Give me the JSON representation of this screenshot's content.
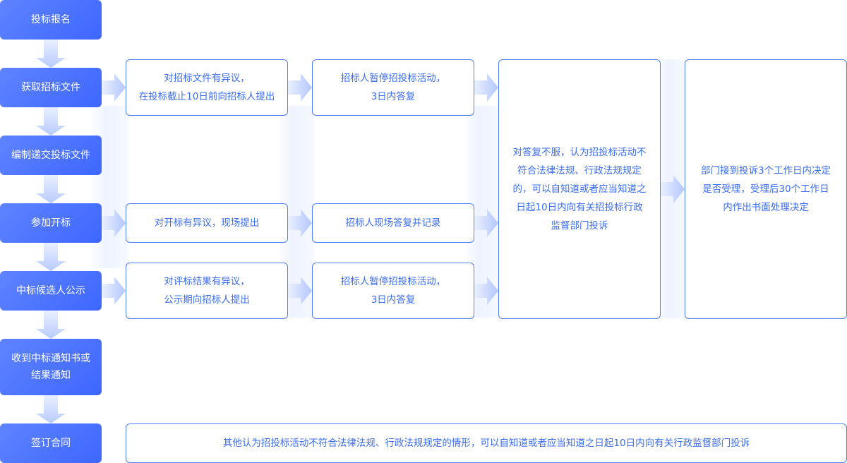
{
  "steps": [
    {
      "label": "投标报名"
    },
    {
      "label": "获取招标文件"
    },
    {
      "label": "编制递交投标文件"
    },
    {
      "label": "参加开标"
    },
    {
      "label": "中标候选人公示"
    },
    {
      "label": "收到中标通知书或结果通知"
    },
    {
      "label": "签订合同"
    }
  ],
  "objections": [
    {
      "text": "对招标文件有异议，\n在投标截止10日前向招标人提出",
      "reply": "招标人暂停招投标活动，\n3日内答复"
    },
    {
      "text": "对开标有异议，现场提出",
      "reply": "招标人现场答复并记录"
    },
    {
      "text": "对评标结果有异议，\n公示期向招标人提出",
      "reply": "招标人暂停招投标活动，\n3日内答复"
    }
  ],
  "complaint": "对答复不服，认为招投标活动不符合法律法规、行政法规规定的，可以自知道或者应当知道之日起10日内向有关招投标行政监督部门投诉",
  "decision": "部门接到投诉3个工作日内决定是否受理，受理后30个工作日内作出书面处理决定",
  "other": "其他认为招投标活动不符合法律法规、行政法规规定的情形，可以自知道或者应当知道之日起10日内向有关行政监督部门投诉",
  "colors": {
    "primary": "#3d67ff",
    "border": "#4d7ef5",
    "text": "#3a6cf2"
  }
}
